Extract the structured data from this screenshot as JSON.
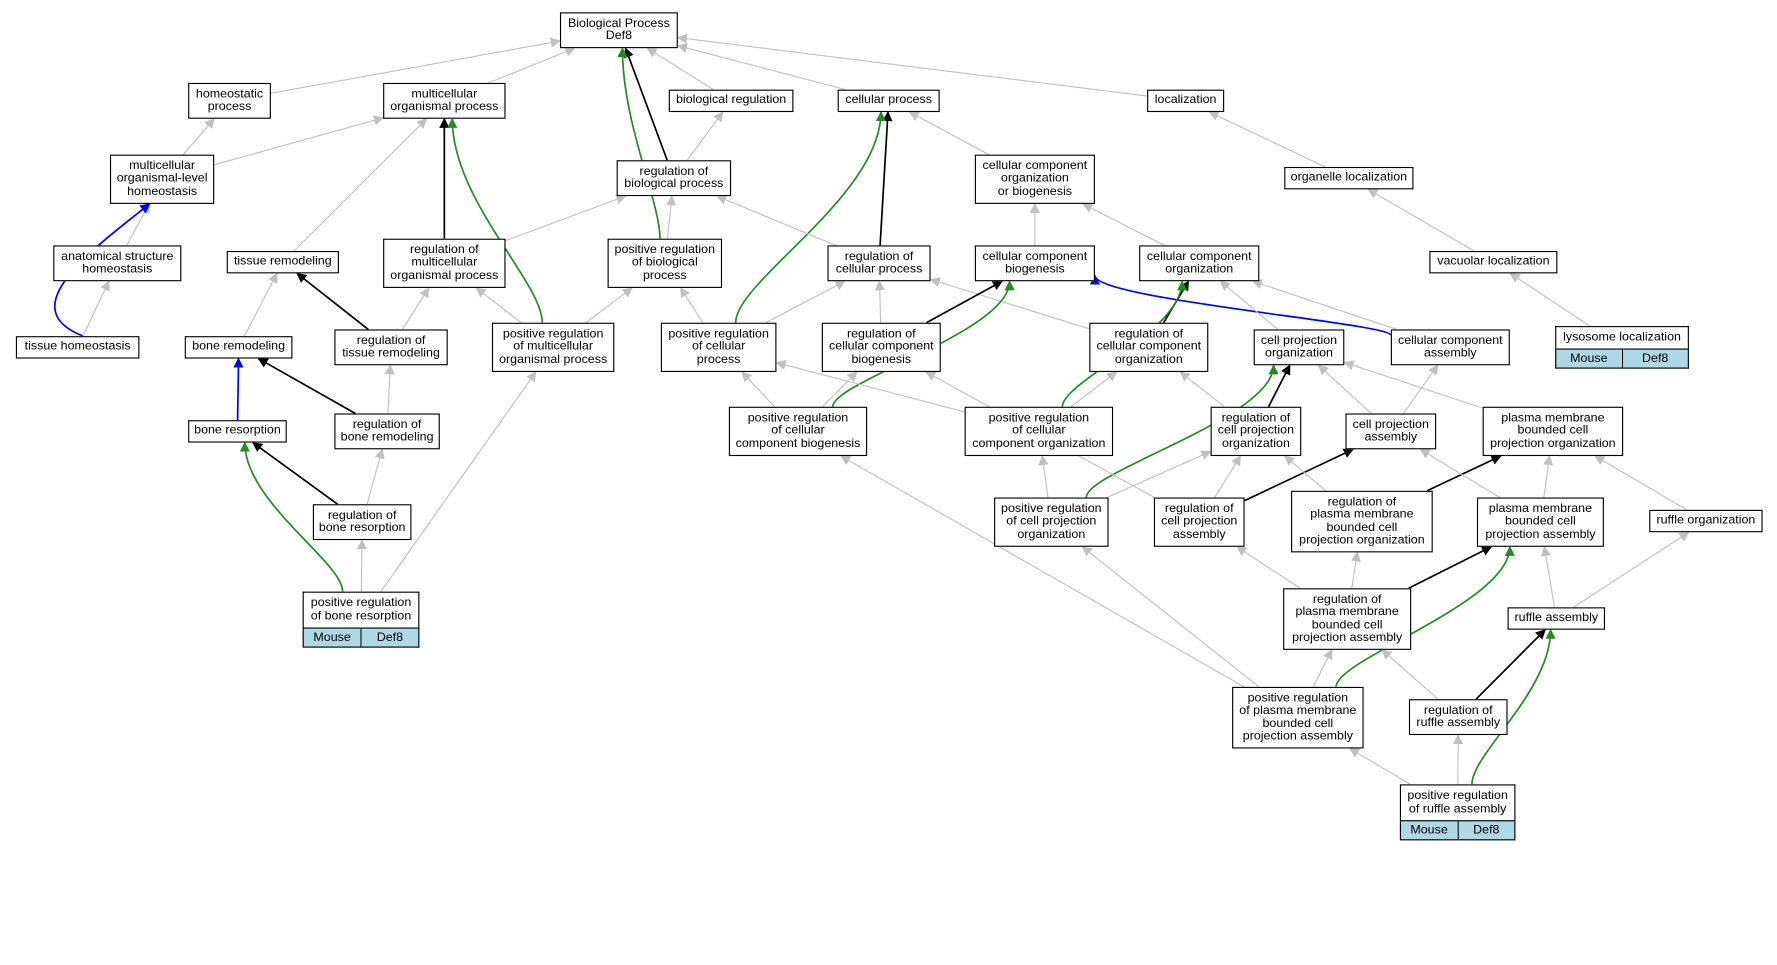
{
  "colors": {
    "is_a": "#c0c0c0",
    "part_of": "#000000",
    "regulates": "#0000ff",
    "positively_regulates": "#228b22",
    "annotation_bg": "#add8e6"
  },
  "nodes": [
    {
      "id": "bp",
      "lines": [
        "Biological Process",
        "Def8"
      ]
    },
    {
      "id": "homeostatic",
      "lines": [
        "homeostatic",
        "process"
      ]
    },
    {
      "id": "multiorg",
      "lines": [
        "multicellular",
        "organismal process"
      ]
    },
    {
      "id": "bioreg",
      "lines": [
        "biological regulation"
      ]
    },
    {
      "id": "cellproc",
      "lines": [
        "cellular process"
      ]
    },
    {
      "id": "localization",
      "lines": [
        "localization"
      ]
    },
    {
      "id": "mlhomeo",
      "lines": [
        "multicellular",
        "organismal-level",
        "homeostasis"
      ]
    },
    {
      "id": "regbio",
      "lines": [
        "regulation of",
        "biological process"
      ]
    },
    {
      "id": "ccob",
      "lines": [
        "cellular component",
        "organization",
        "or biogenesis"
      ]
    },
    {
      "id": "orgloc",
      "lines": [
        "organelle localization"
      ]
    },
    {
      "id": "anathomeo",
      "lines": [
        "anatomical structure",
        "homeostasis"
      ]
    },
    {
      "id": "tissrem",
      "lines": [
        "tissue remodeling"
      ]
    },
    {
      "id": "regmulti",
      "lines": [
        "regulation of",
        "multicellular",
        "organismal process"
      ]
    },
    {
      "id": "posregbio",
      "lines": [
        "positive regulation",
        "of biological",
        "process"
      ]
    },
    {
      "id": "regcell",
      "lines": [
        "regulation of",
        "cellular process"
      ]
    },
    {
      "id": "ccbio",
      "lines": [
        "cellular component",
        "biogenesis"
      ]
    },
    {
      "id": "ccorg",
      "lines": [
        "cellular component",
        "organization"
      ]
    },
    {
      "id": "vacloc",
      "lines": [
        "vacuolar localization"
      ]
    },
    {
      "id": "tisshomeo",
      "lines": [
        "tissue homeostasis"
      ]
    },
    {
      "id": "bonerem",
      "lines": [
        "bone remodeling"
      ]
    },
    {
      "id": "regtiss",
      "lines": [
        "regulation of",
        "tissue remodeling"
      ]
    },
    {
      "id": "posregmulti",
      "lines": [
        "positive regulation",
        "of multicellular",
        "organismal process"
      ]
    },
    {
      "id": "posregcell",
      "lines": [
        "positive regulation",
        "of cellular",
        "process"
      ]
    },
    {
      "id": "regccbio",
      "lines": [
        "regulation of",
        "cellular component",
        "biogenesis"
      ]
    },
    {
      "id": "regccorg",
      "lines": [
        "regulation of",
        "cellular component",
        "organization"
      ]
    },
    {
      "id": "cellprojorg",
      "lines": [
        "cell projection",
        "organization"
      ]
    },
    {
      "id": "ccassembly",
      "lines": [
        "cellular component",
        "assembly"
      ]
    },
    {
      "id": "lysoloc",
      "lines": [
        "lysosome localization"
      ],
      "annotation": [
        "Mouse",
        "Def8"
      ]
    },
    {
      "id": "boneres",
      "lines": [
        "bone resorption"
      ]
    },
    {
      "id": "regbonerem",
      "lines": [
        "regulation of",
        "bone remodeling"
      ]
    },
    {
      "id": "posregccbio",
      "lines": [
        "positive regulation",
        "of cellular",
        "component biogenesis"
      ]
    },
    {
      "id": "posregccorg",
      "lines": [
        "positive regulation",
        "of cellular",
        "component organization"
      ]
    },
    {
      "id": "regcellprojorg",
      "lines": [
        "regulation of",
        "cell projection",
        "organization"
      ]
    },
    {
      "id": "cellprojasm",
      "lines": [
        "cell projection",
        "assembly"
      ]
    },
    {
      "id": "pmbcporg",
      "lines": [
        "plasma membrane",
        "bounded cell",
        "projection organization"
      ]
    },
    {
      "id": "regboneres",
      "lines": [
        "regulation of",
        "bone resorption"
      ]
    },
    {
      "id": "posregcpo",
      "lines": [
        "positive regulation",
        "of cell projection",
        "organization"
      ]
    },
    {
      "id": "regcpa",
      "lines": [
        "regulation of",
        "cell projection",
        "assembly"
      ]
    },
    {
      "id": "regpmbcpo",
      "lines": [
        "regulation of",
        "plasma membrane",
        "bounded cell",
        "projection organization"
      ]
    },
    {
      "id": "pmbcpa",
      "lines": [
        "plasma membrane",
        "bounded cell",
        "projection assembly"
      ]
    },
    {
      "id": "ruffleorg",
      "lines": [
        "ruffle organization"
      ]
    },
    {
      "id": "posregboneres",
      "lines": [
        "positive regulation",
        "of bone resorption"
      ],
      "annotation": [
        "Mouse",
        "Def8"
      ]
    },
    {
      "id": "regpmbcpa",
      "lines": [
        "regulation of",
        "plasma membrane",
        "bounded cell",
        "projection assembly"
      ]
    },
    {
      "id": "ruffleasm",
      "lines": [
        "ruffle assembly"
      ]
    },
    {
      "id": "posregpmbcpa",
      "lines": [
        "positive regulation",
        "of plasma membrane",
        "bounded cell",
        "projection assembly"
      ]
    },
    {
      "id": "regruffle",
      "lines": [
        "regulation of",
        "ruffle assembly"
      ]
    },
    {
      "id": "posregruffle",
      "lines": [
        "positive regulation",
        "of ruffle assembly"
      ],
      "annotation": [
        "Mouse",
        "Def8"
      ]
    }
  ],
  "edges": [
    {
      "from": "homeostatic",
      "to": "bp",
      "type": "is_a"
    },
    {
      "from": "multiorg",
      "to": "bp",
      "type": "is_a"
    },
    {
      "from": "bioreg",
      "to": "bp",
      "type": "is_a"
    },
    {
      "from": "cellproc",
      "to": "bp",
      "type": "is_a"
    },
    {
      "from": "localization",
      "to": "bp",
      "type": "is_a"
    },
    {
      "from": "regbio",
      "to": "bp",
      "type": "part_of"
    },
    {
      "from": "posregbio",
      "to": "bp",
      "type": "positively_regulates"
    },
    {
      "from": "mlhomeo",
      "to": "homeostatic",
      "type": "is_a"
    },
    {
      "from": "mlhomeo",
      "to": "multiorg",
      "type": "is_a"
    },
    {
      "from": "tissrem",
      "to": "multiorg",
      "type": "is_a"
    },
    {
      "from": "regmulti",
      "to": "multiorg",
      "type": "part_of"
    },
    {
      "from": "posregmulti",
      "to": "multiorg",
      "type": "positively_regulates"
    },
    {
      "from": "regbio",
      "to": "bioreg",
      "type": "is_a"
    },
    {
      "from": "regcell",
      "to": "cellproc",
      "type": "part_of"
    },
    {
      "from": "ccob",
      "to": "cellproc",
      "type": "is_a"
    },
    {
      "from": "posregcell",
      "to": "cellproc",
      "type": "positively_regulates"
    },
    {
      "from": "orgloc",
      "to": "localization",
      "type": "is_a"
    },
    {
      "from": "anathomeo",
      "to": "mlhomeo",
      "type": "is_a"
    },
    {
      "from": "tisshomeo",
      "to": "mlhomeo",
      "type": "regulates"
    },
    {
      "from": "tisshomeo",
      "to": "anathomeo",
      "type": "is_a"
    },
    {
      "from": "regmulti",
      "to": "regbio",
      "type": "is_a"
    },
    {
      "from": "posregbio",
      "to": "regbio",
      "type": "is_a"
    },
    {
      "from": "regcell",
      "to": "regbio",
      "type": "is_a"
    },
    {
      "from": "ccbio",
      "to": "ccob",
      "type": "is_a"
    },
    {
      "from": "ccorg",
      "to": "ccob",
      "type": "is_a"
    },
    {
      "from": "vacloc",
      "to": "orgloc",
      "type": "is_a"
    },
    {
      "from": "lysoloc",
      "to": "vacloc",
      "type": "is_a"
    },
    {
      "from": "bonerem",
      "to": "tissrem",
      "type": "is_a"
    },
    {
      "from": "regtiss",
      "to": "tissrem",
      "type": "part_of"
    },
    {
      "from": "regtiss",
      "to": "regmulti",
      "type": "is_a"
    },
    {
      "from": "posregmulti",
      "to": "regmulti",
      "type": "is_a"
    },
    {
      "from": "posregmulti",
      "to": "posregbio",
      "type": "is_a"
    },
    {
      "from": "posregcell",
      "to": "posregbio",
      "type": "is_a"
    },
    {
      "from": "posregcell",
      "to": "regcell",
      "type": "is_a"
    },
    {
      "from": "regccbio",
      "to": "regcell",
      "type": "is_a"
    },
    {
      "from": "regccorg",
      "to": "regcell",
      "type": "is_a"
    },
    {
      "from": "regccbio",
      "to": "ccbio",
      "type": "part_of"
    },
    {
      "from": "posregccbio",
      "to": "ccbio",
      "type": "positively_regulates"
    },
    {
      "from": "ccassembly",
      "to": "ccbio",
      "type": "regulates_is_a"
    },
    {
      "from": "regccorg",
      "to": "ccorg",
      "type": "part_of"
    },
    {
      "from": "posregccorg",
      "to": "ccorg",
      "type": "positively_regulates"
    },
    {
      "from": "cellprojorg",
      "to": "ccorg",
      "type": "is_a"
    },
    {
      "from": "ccassembly",
      "to": "ccorg",
      "type": "is_a"
    },
    {
      "from": "boneres",
      "to": "bonerem",
      "type": "regulates"
    },
    {
      "from": "regbonerem",
      "to": "bonerem",
      "type": "part_of"
    },
    {
      "from": "regbonerem",
      "to": "regtiss",
      "type": "is_a"
    },
    {
      "from": "posregccbio",
      "to": "posregcell",
      "type": "is_a"
    },
    {
      "from": "posregccorg",
      "to": "posregcell",
      "type": "is_a"
    },
    {
      "from": "posregccbio",
      "to": "regccbio",
      "type": "is_a"
    },
    {
      "from": "posregccorg",
      "to": "regccorg",
      "type": "is_a"
    },
    {
      "from": "regcellprojorg",
      "to": "regccorg",
      "type": "is_a"
    },
    {
      "from": "regcellprojorg",
      "to": "cellprojorg",
      "type": "part_of"
    },
    {
      "from": "posregcpo",
      "to": "cellprojorg",
      "type": "positively_regulates"
    },
    {
      "from": "cellprojasm",
      "to": "cellprojorg",
      "type": "is_a"
    },
    {
      "from": "pmbcporg",
      "to": "cellprojorg",
      "type": "is_a"
    },
    {
      "from": "cellprojasm",
      "to": "ccassembly",
      "type": "is_a"
    },
    {
      "from": "regboneres",
      "to": "boneres",
      "type": "part_of"
    },
    {
      "from": "posregboneres",
      "to": "boneres",
      "type": "positively_regulates"
    },
    {
      "from": "regboneres",
      "to": "regbonerem",
      "type": "is_a"
    },
    {
      "from": "posregboneres",
      "to": "regboneres",
      "type": "is_a"
    },
    {
      "from": "posregboneres",
      "to": "posregmulti",
      "type": "is_a"
    },
    {
      "from": "posregcpo",
      "to": "posregccorg",
      "type": "is_a"
    },
    {
      "from": "posregcpo",
      "to": "regcellprojorg",
      "type": "is_a"
    },
    {
      "from": "regcpa",
      "to": "regcellprojorg",
      "type": "is_a"
    },
    {
      "from": "regcpa",
      "to": "regccbio",
      "type": "is_a"
    },
    {
      "from": "regcpa",
      "to": "cellprojasm",
      "type": "part_of"
    },
    {
      "from": "regpmbcpo",
      "to": "regcellprojorg",
      "type": "is_a"
    },
    {
      "from": "regpmbcpo",
      "to": "pmbcporg",
      "type": "part_of"
    },
    {
      "from": "pmbcpa",
      "to": "cellprojasm",
      "type": "is_a"
    },
    {
      "from": "pmbcpa",
      "to": "pmbcporg",
      "type": "is_a"
    },
    {
      "from": "ruffleorg",
      "to": "pmbcporg",
      "type": "is_a"
    },
    {
      "from": "regpmbcpa",
      "to": "regcpa",
      "type": "is_a"
    },
    {
      "from": "regpmbcpa",
      "to": "regpmbcpo",
      "type": "is_a"
    },
    {
      "from": "regpmbcpa",
      "to": "pmbcpa",
      "type": "part_of"
    },
    {
      "from": "ruffleasm",
      "to": "pmbcpa",
      "type": "is_a"
    },
    {
      "from": "ruffleasm",
      "to": "ruffleorg",
      "type": "is_a"
    },
    {
      "from": "posregpmbcpa",
      "to": "regpmbcpa",
      "type": "is_a"
    },
    {
      "from": "posregpmbcpa",
      "to": "posregcpo",
      "type": "is_a"
    },
    {
      "from": "posregpmbcpa",
      "to": "posregccbio",
      "type": "is_a"
    },
    {
      "from": "posregpmbcpa",
      "to": "pmbcpa",
      "type": "positively_regulates"
    },
    {
      "from": "regruffle",
      "to": "regpmbcpa",
      "type": "is_a"
    },
    {
      "from": "regruffle",
      "to": "ruffleasm",
      "type": "part_of"
    },
    {
      "from": "posregruffle",
      "to": "regruffle",
      "type": "is_a"
    },
    {
      "from": "posregruffle",
      "to": "posregpmbcpa",
      "type": "is_a"
    },
    {
      "from": "posregruffle",
      "to": "ruffleasm",
      "type": "positively_regulates"
    }
  ]
}
